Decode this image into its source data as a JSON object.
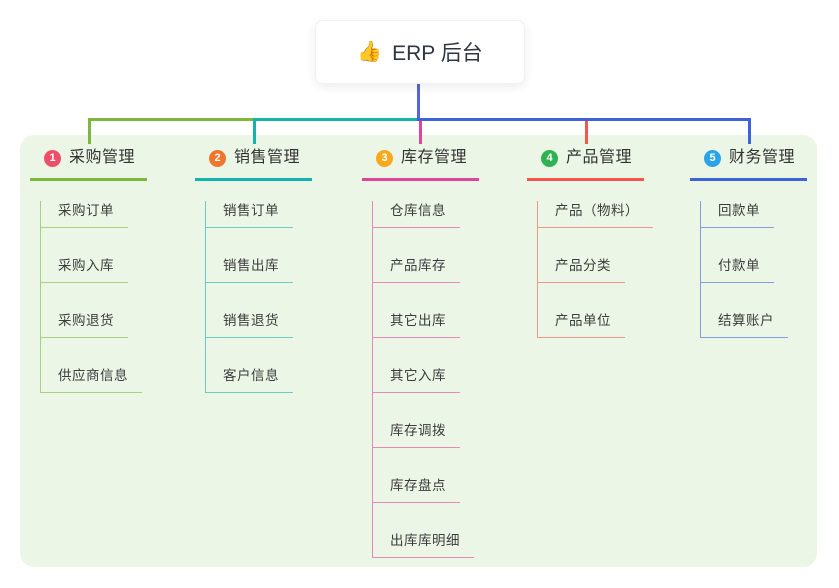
{
  "root": {
    "icon": "👍",
    "label": "ERP 后台"
  },
  "colors": {
    "panel_bg": "#ebf6e6",
    "root_connector": "#5566d6",
    "root_text": "#2f3640",
    "heading_text": "#333333",
    "child_text": "#3c3c3c"
  },
  "branches": [
    {
      "index": "1",
      "label": "采购管理",
      "badge_color": "#ee4f66",
      "line_color": "#7db83d",
      "children": [
        "采购订单",
        "采购入库",
        "采购退货",
        "供应商信息"
      ]
    },
    {
      "index": "2",
      "label": "销售管理",
      "badge_color": "#f0762e",
      "line_color": "#14b3ab",
      "children": [
        "销售订单",
        "销售出库",
        "销售退货",
        "客户信息"
      ]
    },
    {
      "index": "3",
      "label": "库存管理",
      "badge_color": "#f8a81c",
      "line_color": "#e0449c",
      "children": [
        "仓库信息",
        "产品库存",
        "其它出库",
        "其它入库",
        "库存调拨",
        "库存盘点",
        "出库库明细"
      ]
    },
    {
      "index": "4",
      "label": "产品管理",
      "badge_color": "#2fb350",
      "line_color": "#f4564d",
      "children": [
        "产品（物料）",
        "产品分类",
        "产品单位"
      ]
    },
    {
      "index": "5",
      "label": "财务管理",
      "badge_color": "#2ba3e8",
      "line_color": "#3d63da",
      "children": [
        "回款单",
        "付款单",
        "结算账户"
      ]
    }
  ]
}
